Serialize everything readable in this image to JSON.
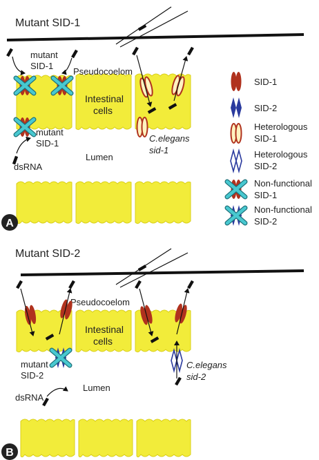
{
  "panel_a": {
    "title": "Mutant SID-1",
    "badge": "A",
    "mutant_top_1": "mutant",
    "mutant_top_2": "SID-1",
    "pseudocoelom": "Pseudocoelom",
    "intestinal_1": "Intestinal",
    "intestinal_2": "cells",
    "celegans_1": "C.elegans",
    "celegans_2": "sid-1",
    "mutant_bot_1": "mutant",
    "mutant_bot_2": "SID-1",
    "dsrna": "dsRNA",
    "lumen": "Lumen"
  },
  "panel_b": {
    "title": "Mutant SID-2",
    "badge": "B",
    "pseudocoelom": "Pseudocoelom",
    "intestinal_1": "Intestinal",
    "intestinal_2": "cells",
    "mutant_1": "mutant",
    "mutant_2": "SID-2",
    "dsrna": "dsRNA",
    "lumen": "Lumen",
    "celegans_1": "C.elegans",
    "celegans_2": "sid-2"
  },
  "legend": [
    {
      "line1": "SID-1",
      "line2": "",
      "icon": "sid1-icon"
    },
    {
      "line1": "SID-2",
      "line2": "",
      "icon": "sid2-icon"
    },
    {
      "line1": "Heterologous",
      "line2": "SID-1",
      "icon": "heterologous-sid1-icon"
    },
    {
      "line1": "Heterologous",
      "line2": "SID-2",
      "icon": "heterologous-sid2-icon"
    },
    {
      "line1": "Non-functional",
      "line2": "SID-1",
      "icon": "nonfunctional-sid1-icon"
    },
    {
      "line1": "Non-functional",
      "line2": "SID-2",
      "icon": "nonfunctional-sid2-icon"
    }
  ],
  "colors": {
    "cell_fill": "#f2ec3a",
    "cell_stroke": "#d9cf1a",
    "sid1": "#b0321e",
    "sid2": "#2a3a9e",
    "cross": "#48c8d0",
    "membrane": "#111111"
  }
}
